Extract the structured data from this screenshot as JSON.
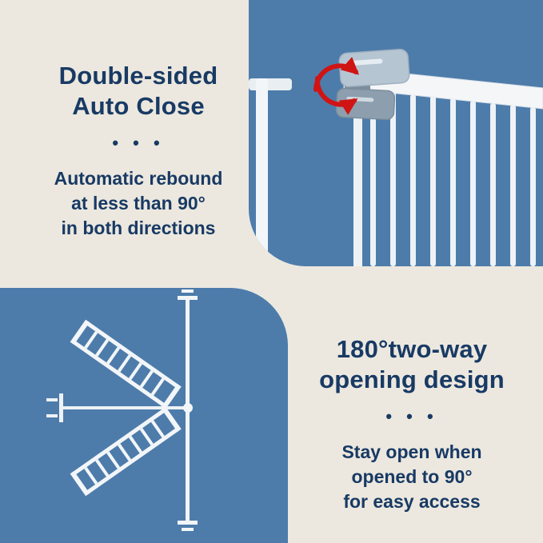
{
  "colors": {
    "background": "#ece8df",
    "panel_blue": "#4d7cab",
    "text_navy": "#183a64",
    "arrow_red": "#d01414",
    "gate_white": "#f3f6f9"
  },
  "sections": {
    "auto_close": {
      "headline": [
        "Double-sided",
        "Auto Close"
      ],
      "dots": "• • •",
      "body": [
        "Automatic rebound",
        "at less than 90°",
        "in both directions"
      ]
    },
    "two_way": {
      "headline": [
        "180°two-way",
        "opening design"
      ],
      "dots": "• • •",
      "body": [
        "Stay open when",
        "opened to 90°",
        "for easy access"
      ]
    }
  },
  "icons": {
    "rotation_arrows": "double-curved-red-arrows",
    "gate_hinge": "gate-top-hinge-illustration",
    "gate_opening": "gate-two-way-opening-illustration"
  }
}
